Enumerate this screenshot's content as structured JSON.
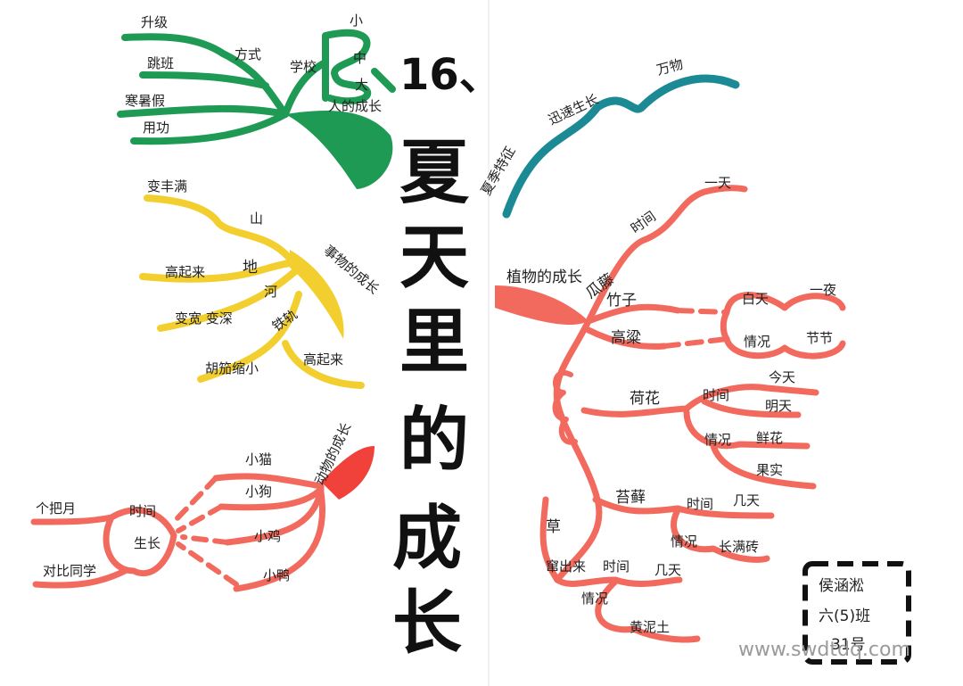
{
  "title": {
    "number": "16、",
    "chars": [
      "夏",
      "天",
      "里",
      "的",
      "成",
      "长"
    ]
  },
  "colors": {
    "green": "#1f9a55",
    "teal": "#1b8a94",
    "yellow": "#f2cf2e",
    "red": "#f26a5e",
    "dash": "#111111"
  },
  "green_branch": {
    "root": "人的成长",
    "method": "方式",
    "school": "学校",
    "levels": [
      "小",
      "中",
      "大"
    ],
    "upgrade": "升级",
    "skip": "跳班",
    "holiday": "寒暑假",
    "use": "用功"
  },
  "teal_branch": {
    "root": "夏季特征",
    "fast": "迅速生长",
    "all": "万物"
  },
  "yellow_branch": {
    "root": "事物的成长",
    "mountain": "山",
    "mountain_desc": "变丰满",
    "land": "地",
    "land_desc": "高起来",
    "river": "河",
    "river_desc": "变宽 变深",
    "rail": "铁轨",
    "rail_desc": "胡笳缩小",
    "rail2_desc": "高起来"
  },
  "red_left_branch": {
    "root": "动物的成长",
    "animals": [
      "小猫",
      "小狗",
      "小鸡",
      "小鸭"
    ],
    "grow": "生长",
    "time": "时间",
    "time_val": "个把月",
    "compare": "对比同学"
  },
  "red_right_branch": {
    "root": "植物的成长",
    "vine": "瓜藤",
    "vine_time": "时间",
    "vine_time_val": "一天",
    "bamboo": "竹子",
    "sorghum": "高粱",
    "bamboo_time": "白天",
    "bamboo_time_val": "一夜",
    "bamboo_state": "情况",
    "bamboo_state_val": "节节",
    "lotus": "荷花",
    "lotus_time": "时间",
    "lotus_time_vals": [
      "今天",
      "明天"
    ],
    "lotus_state": "情况",
    "lotus_state_vals": [
      "鲜花",
      "果实"
    ],
    "moss": "苔藓",
    "moss_time": "时间",
    "moss_time_val": "几天",
    "moss_state": "情况",
    "moss_state_val": "长满砖",
    "grass": "草",
    "grass2": "窜出来",
    "grass_time": "时间",
    "grass_time_val": "几天",
    "grass_state": "情况",
    "grass_state_val": "黄泥土"
  },
  "author": {
    "name": "侯涵淞",
    "class": "六(5)班",
    "number": "31号"
  },
  "watermark": "www.swdtdq.com"
}
